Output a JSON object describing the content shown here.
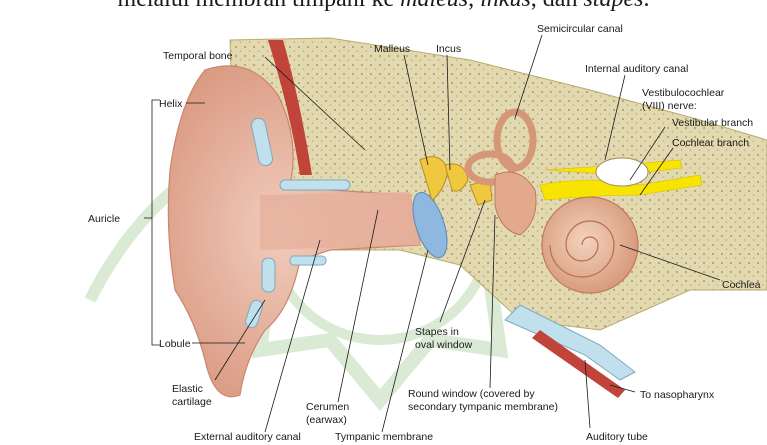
{
  "header_text": {
    "prefix": "melalui membran timpani ke ",
    "term1": "maleus",
    "sep1": ", ",
    "term2": "inkus",
    "sep2": ", dan ",
    "term3": "stapes",
    "suffix": "."
  },
  "labels": {
    "temporal_bone": "Temporal bone",
    "helix": "Helix",
    "auricle": "Auricle",
    "lobule": "Lobule",
    "elastic_cartilage_1": "Elastic",
    "elastic_cartilage_2": "cartilage",
    "external_auditory_canal": "External auditory canal",
    "cerumen_1": "Cerumen",
    "cerumen_2": "(earwax)",
    "tympanic_membrane": "Tympanic membrane",
    "malleus": "Malleus",
    "incus": "Incus",
    "semicircular_canal": "Semicircular canal",
    "internal_auditory_canal": "Internal auditory canal",
    "vestibulocochlear_1": "Vestibulocochlear",
    "vestibulocochlear_2": "(VIII) nerve:",
    "vestibular_branch": "Vestibular branch",
    "cochlear_branch": "Cochlear branch",
    "cochlea": "Cochlea",
    "stapes_1": "Stapes in",
    "stapes_2": "oval window",
    "round_window_1": "Round window (covered by",
    "round_window_2": "secondary tympanic membrane)",
    "to_nasopharynx": "To nasopharynx",
    "auditory_tube": "Auditory tube"
  },
  "colors": {
    "skin": "#e9b9a6",
    "skin_dark": "#d4917c",
    "bone": "#e3d9b0",
    "bone_dot": "#9c8e58",
    "cartilage": "#bfe0ec",
    "nerve": "#f7e400",
    "ossicle": "#f0c840",
    "membrane": "#8fb8e0",
    "muscle": "#c0443a",
    "watermark": "#cfe3c8"
  }
}
